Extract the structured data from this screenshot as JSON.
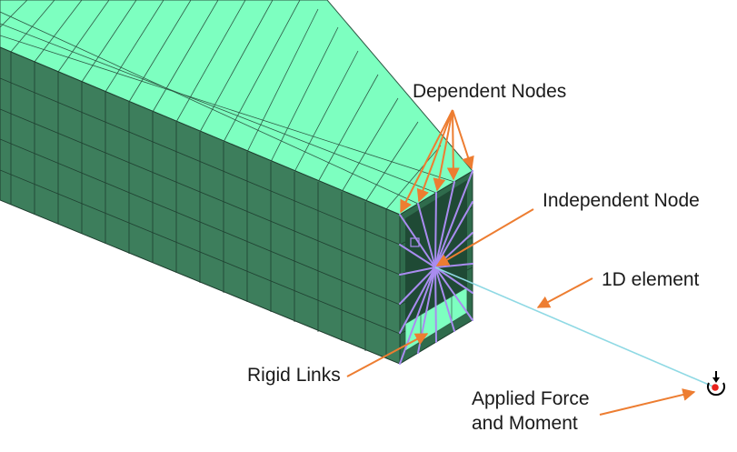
{
  "labels": {
    "dependent_nodes": "Dependent Nodes",
    "independent_node": "Independent Node",
    "element_1d": "1D element",
    "rigid_links": "Rigid Links",
    "applied_line1": "Applied Force",
    "applied_line2": "and Moment"
  },
  "colors": {
    "top_face": "#7dffc0",
    "side_face": "#3d7e5c",
    "end_face": "#2f6b4c",
    "rigid_link": "#a98cf0",
    "element_1d": "#8fd9e4",
    "arrow": "#ed7d31",
    "load_point": "#e8221c"
  }
}
